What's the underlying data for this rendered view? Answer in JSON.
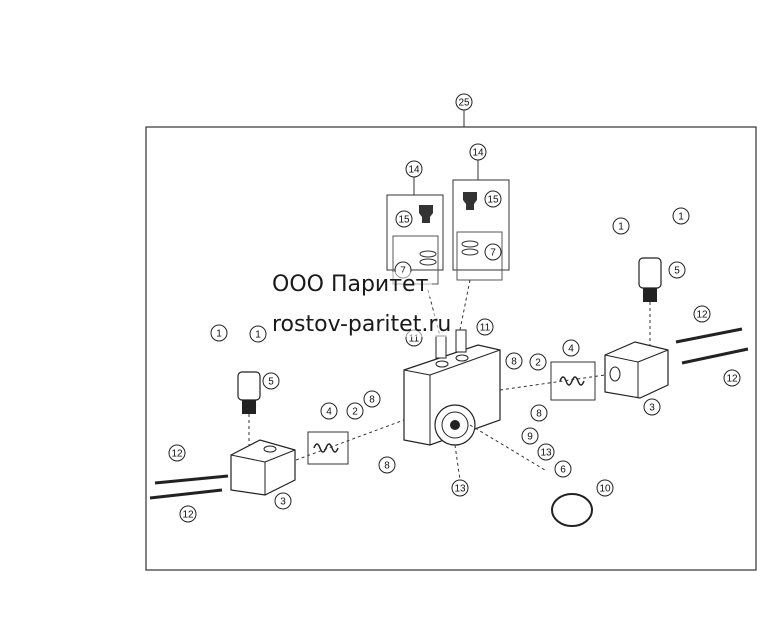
{
  "diagram": {
    "assembly_callout": "25",
    "callouts": {
      "c14a": "14",
      "c14b": "14",
      "c15a": "15",
      "c15b": "15",
      "c7a": "7",
      "c7b": "7",
      "c1a": "1",
      "c1b": "1",
      "c1c": "1",
      "c1d": "1",
      "c5a": "5",
      "c5b": "5",
      "c12a": "12",
      "c12b": "12",
      "c12c": "12",
      "c12d": "12",
      "c3a": "3",
      "c3b": "3",
      "c4a": "4",
      "c4b": "4",
      "c2a": "2",
      "c2b": "2",
      "c8a": "8",
      "c8b": "8",
      "c8c": "8",
      "c8d": "8",
      "c11a": "11",
      "c11b": "11",
      "c9": "9",
      "c13a": "13",
      "c13b": "13",
      "c6": "6",
      "c10": "10"
    }
  },
  "watermark": {
    "line1": "ООО Паритет",
    "line2": "rostov-paritet.ru"
  }
}
